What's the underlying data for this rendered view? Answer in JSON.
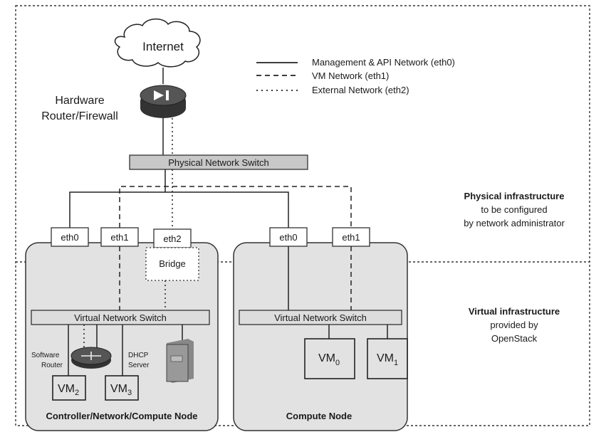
{
  "internet": {
    "label": "Internet"
  },
  "router": {
    "label_line1": "Hardware",
    "label_line2": "Router/Firewall"
  },
  "legend": {
    "items": [
      {
        "label": "Management & API Network (eth0)",
        "style": "solid"
      },
      {
        "label": "VM Network (eth1)",
        "style": "dashed"
      },
      {
        "label": "External Network (eth2)",
        "style": "dotted"
      }
    ]
  },
  "physical_switch": {
    "label": "Physical Network Switch"
  },
  "physical_infra": {
    "title": "Physical infrastructure",
    "line2": "to be configured",
    "line3": "by network administrator"
  },
  "virtual_infra": {
    "title": "Virtual infrastructure",
    "line2": "provided by",
    "line3": "OpenStack"
  },
  "controller_node": {
    "title": "Controller/Network/Compute Node",
    "ports": {
      "eth0": "eth0",
      "eth1": "eth1",
      "eth2": "eth2"
    },
    "bridge": "Bridge",
    "vswitch": "Virtual Network Switch",
    "software_router": {
      "line1": "Software",
      "line2": "Router"
    },
    "dhcp": {
      "line1": "DHCP",
      "line2": "Server"
    },
    "vm2": {
      "base": "VM",
      "sub": "2"
    },
    "vm3": {
      "base": "VM",
      "sub": "3"
    }
  },
  "compute_node": {
    "title": "Compute Node",
    "ports": {
      "eth0": "eth0",
      "eth1": "eth1"
    },
    "vswitch": "Virtual Network Switch",
    "vm0": {
      "base": "VM",
      "sub": "0"
    },
    "vm1": {
      "base": "VM",
      "sub": "1"
    }
  },
  "colors": {
    "node_fill": "#e2e2e2",
    "switch_fill": "#c8c8c8",
    "line": "#222222"
  }
}
